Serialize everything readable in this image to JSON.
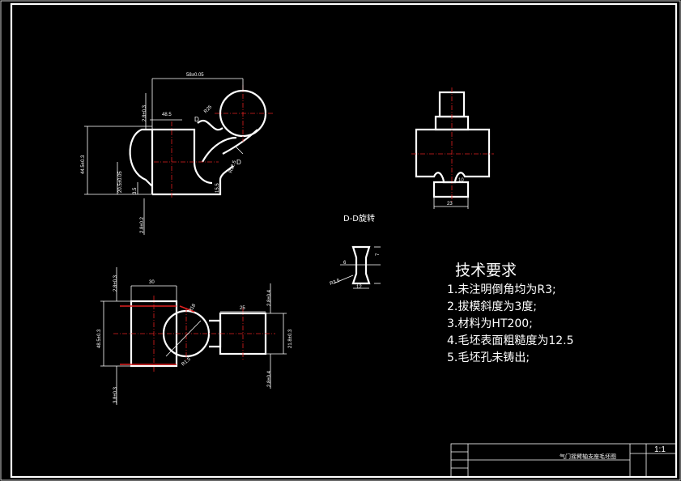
{
  "drawing": {
    "section_label": "D-D旋转",
    "tech_requirements": {
      "title": "技术要求",
      "items": [
        "1.未注明倒角均为R3;",
        "2.拔模斜度为3度;",
        "3.材料为HT200;",
        "4.毛坯表面粗糙度为12.5",
        "5.毛坯孔未铸出;"
      ]
    },
    "view_marker": "D"
  },
  "title_block": {
    "part_name": "气门摇臂轴支座毛坯图",
    "scale": "1:1"
  },
  "dimensions": {
    "front": [
      "58±0.05",
      "48.5",
      "44.5±0.3",
      "20.5±0.05",
      "3.5",
      "2.8±0.2",
      "R25",
      "2.8±0.3",
      "15.5",
      "R12.5"
    ],
    "top": [
      "30",
      "2.8±0.3",
      "48.5±0.3",
      "3.8±0.3",
      "25",
      "2.8±0.4",
      "21.8±0.3",
      "2.8±0.4",
      "R18",
      "R1.5"
    ],
    "side": [
      "23",
      "10"
    ],
    "section": [
      "R3.5",
      "12",
      "6",
      "7"
    ]
  },
  "colors": {
    "background": "#000000",
    "lines": "#ffffff",
    "centerlines": "#e02020"
  }
}
